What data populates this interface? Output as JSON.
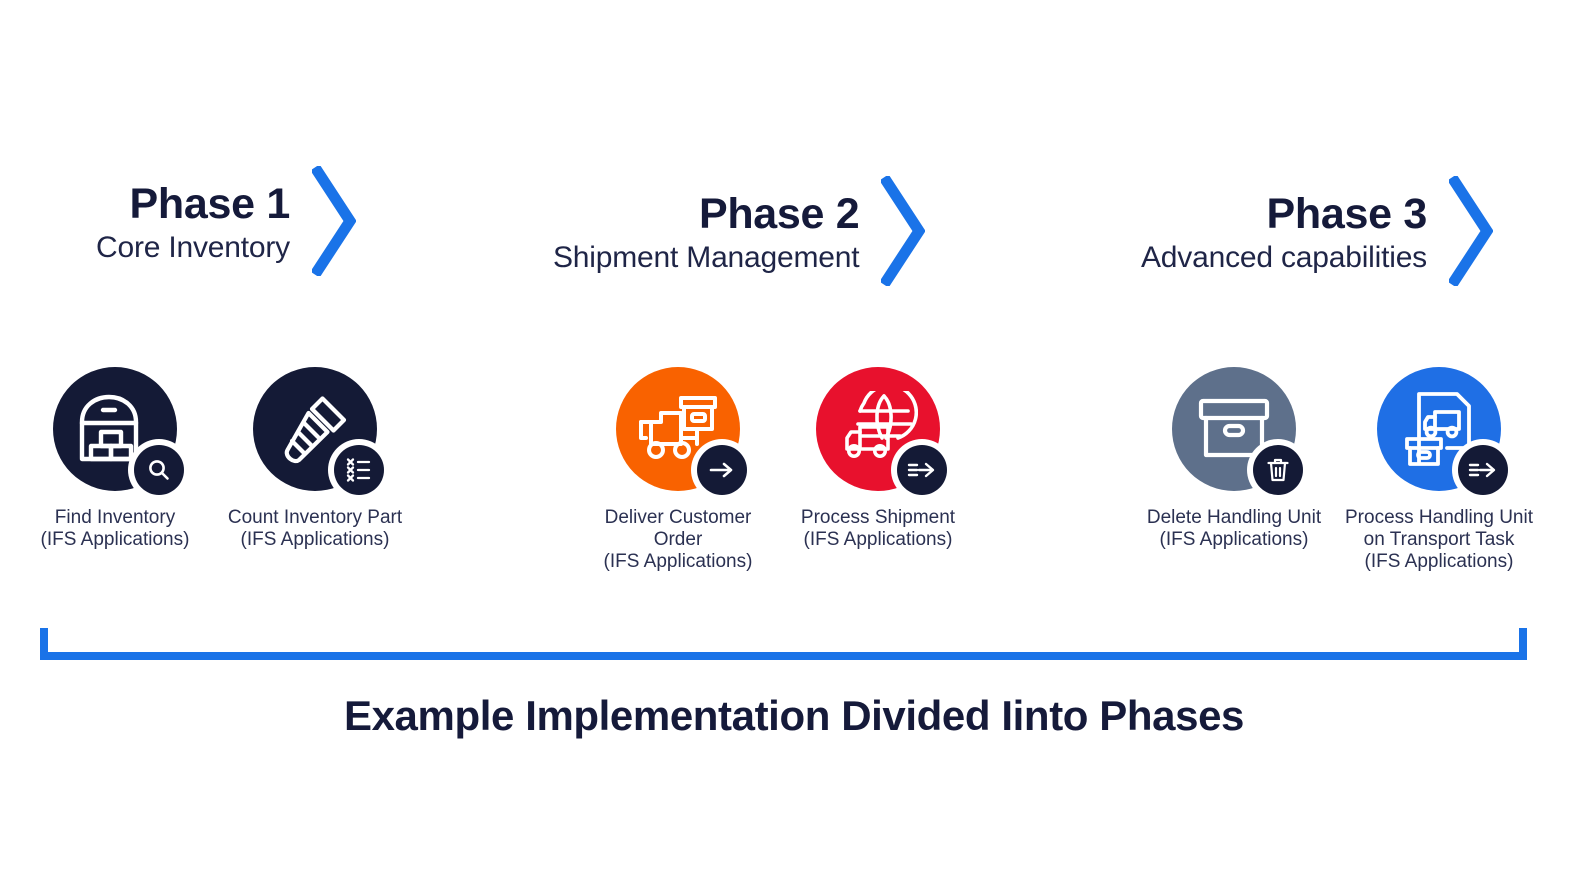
{
  "colors": {
    "accent_blue": "#1a73e8",
    "dark_navy": "#141a36",
    "orange": "#f96200",
    "crimson": "#e8112d",
    "slate": "#5e708b",
    "bright_blue": "#1f6fe5",
    "text_navy": "#151a3a",
    "background": "#ffffff"
  },
  "phases": [
    {
      "title": "Phase 1",
      "subtitle": "Core Inventory",
      "chevron_icon": "chevron-right-icon"
    },
    {
      "title": "Phase 2",
      "subtitle": "Shipment Management",
      "chevron_icon": "chevron-right-icon"
    },
    {
      "title": "Phase 3",
      "subtitle": "Advanced capabilities",
      "chevron_icon": "chevron-right-icon"
    }
  ],
  "items": [
    {
      "name": "Find Inventory",
      "source": "(IFS Applications)",
      "caption": "Find Inventory\n(IFS Applications)",
      "circle_color": "#141a36",
      "main_icon": "warehouse-boxes-icon",
      "badge_icon": "search-icon",
      "phase": "Phase 1"
    },
    {
      "name": "Count Inventory Part",
      "source": "(IFS Applications)",
      "caption": "Count Inventory Part\n(IFS Applications)",
      "circle_color": "#141a36",
      "main_icon": "screw-bolt-icon",
      "badge_icon": "checklist-icon",
      "phase": "Phase 1"
    },
    {
      "name": "Deliver Customer Order",
      "source": "(IFS Applications)",
      "caption": "Deliver Customer Order\n(IFS Applications)",
      "circle_color": "#f96200",
      "main_icon": "truck-box-icon",
      "badge_icon": "arrow-right-icon",
      "phase": "Phase 2"
    },
    {
      "name": "Process Shipment",
      "source": "(IFS Applications)",
      "caption": "Process Shipment\n(IFS Applications)",
      "circle_color": "#e8112d",
      "main_icon": "globe-truck-icon",
      "badge_icon": "double-arrow-right-icon",
      "phase": "Phase 2"
    },
    {
      "name": "Delete Handling Unit",
      "source": "(IFS Applications)",
      "caption": "Delete Handling Unit\n(IFS Applications)",
      "circle_color": "#5e708b",
      "main_icon": "storage-box-icon",
      "badge_icon": "trash-icon",
      "phase": "Phase 3"
    },
    {
      "name": "Process Handling Unit on Transport Task",
      "source": "(IFS Applications)",
      "caption": "Process Handling Unit\non Transport Task\n(IFS Applications)",
      "circle_color": "#1f6fe5",
      "main_icon": "document-truck-box-icon",
      "badge_icon": "double-arrow-right-icon",
      "phase": "Phase 3"
    }
  ],
  "footer": {
    "title": "Example Implementation Divided Iinto Phases"
  }
}
